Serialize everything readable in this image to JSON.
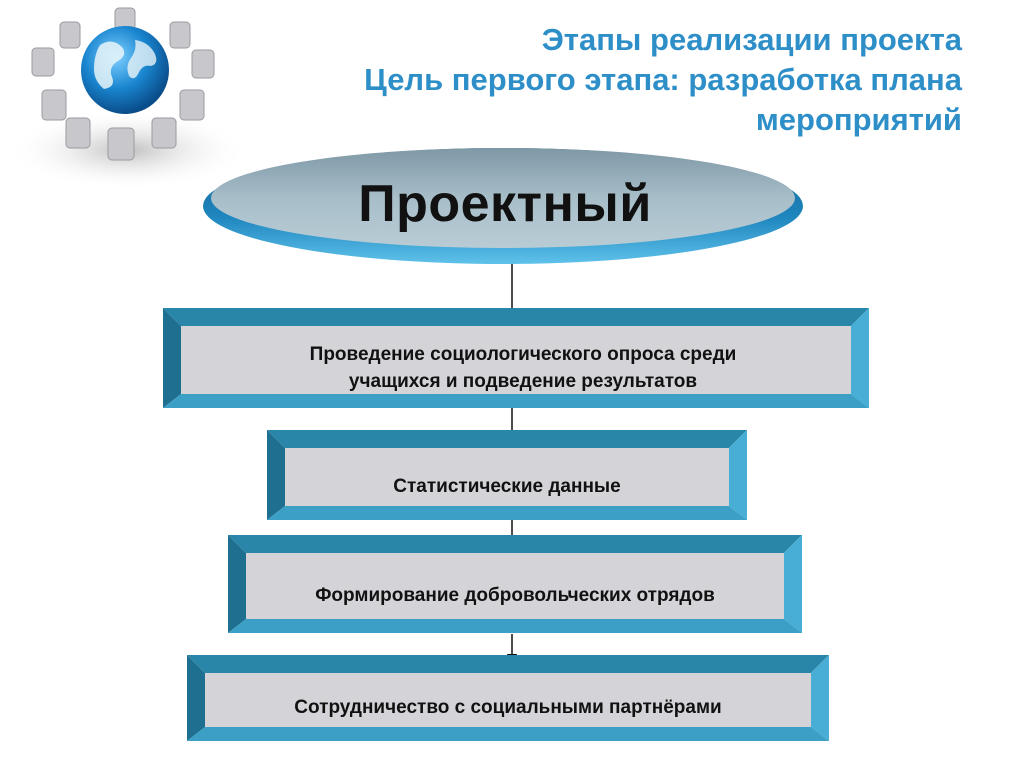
{
  "header": {
    "title_line1": "Этапы реализации проекта",
    "title_line2": "Цель первого этапа: разработка плана",
    "title_line3": "мероприятий"
  },
  "logo": {
    "icon": "globe-with-chairs-icon"
  },
  "stage": {
    "label": "Проектный"
  },
  "steps": [
    {
      "line1": "Проведение социологического опроса среди",
      "line2": "учащихся и подведение результатов"
    },
    {
      "line1": "Статистические данные"
    },
    {
      "line1": "Формирование добровольческих отрядов"
    },
    {
      "line1": "Сотрудничество с социальными партнёрами"
    }
  ],
  "colors": {
    "title": "#2e8fc8",
    "box_face": "#d4d4d8",
    "box_bevel_top": "#2a86a8",
    "box_bevel_side": "#48aed6",
    "oval_fill": "#a0b8c4",
    "oval_rim": "#1e7fb2"
  }
}
